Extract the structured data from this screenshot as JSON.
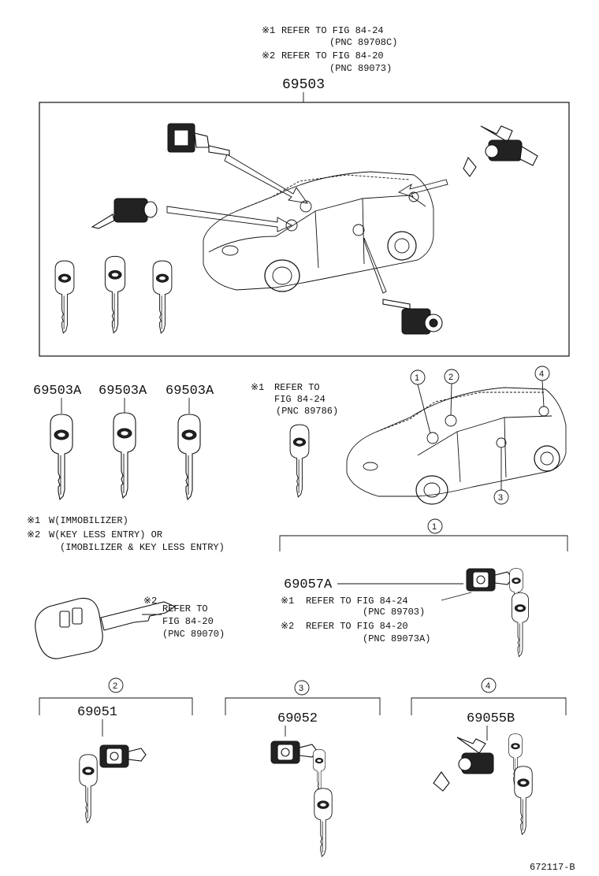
{
  "header": {
    "ref1_mark": "※1",
    "ref1_text": "REFER TO FIG 84-24",
    "ref1_pnc": "(PNC 89708C)",
    "ref2_mark": "※2",
    "ref2_text": "REFER TO FIG 84-20",
    "ref2_pnc": "(PNC 89073)",
    "main_part": "69503"
  },
  "keys_row": {
    "labels": [
      "69503A",
      "69503A",
      "69503A"
    ],
    "ref_mark": "※1",
    "ref_line1": "REFER TO",
    "ref_line2": "FIG  84-24",
    "ref_pnc": "(PNC 89786)"
  },
  "callouts": [
    "1",
    "2",
    "3",
    "4"
  ],
  "notes": {
    "n1_mark": "※1",
    "n1_text": "W(IMMOBILIZER)",
    "n2_mark": "※2",
    "n2_text": "W(KEY LESS ENTRY) OR",
    "n2_text2": "(IMOBILIZER & KEY LESS ENTRY)"
  },
  "remote_key": {
    "mark": "※2",
    "line1": "REFER TO",
    "line2": "FIG 84-20",
    "pnc": "(PNC 89070)"
  },
  "group1": {
    "callout": "1",
    "part": "69057A",
    "ref1_mark": "※1",
    "ref1_text": "REFER TO FIG 84-24",
    "ref1_pnc": "(PNC 89703)",
    "ref2_mark": "※2",
    "ref2_text": "REFER TO FIG 84-20",
    "ref2_pnc": "(PNC 89073A)"
  },
  "group2": {
    "callout": "2",
    "part": "69051"
  },
  "group3": {
    "callout": "3",
    "part": "69052"
  },
  "group4": {
    "callout": "4",
    "part": "69055B"
  },
  "figure_id": "672117-B"
}
